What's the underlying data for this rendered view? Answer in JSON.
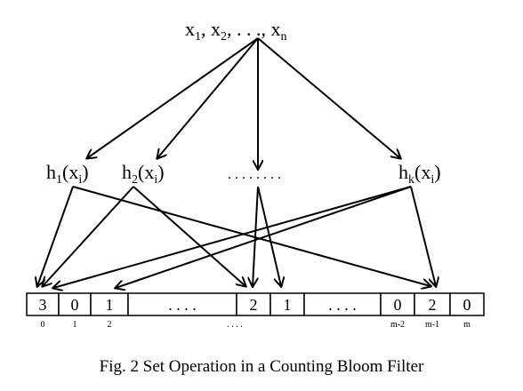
{
  "inputs": {
    "x1_base": "x",
    "x1_sub": "1",
    "sep1": ", ",
    "x2_base": "x",
    "x2_sub": "2",
    "sep2": ", ",
    "dots": ". . .",
    "sep3": ", ",
    "xn_base": "x",
    "xn_sub": "n"
  },
  "hashes": {
    "h1": {
      "base": "h",
      "sub": "1",
      "open": "(x",
      "arg_sub": "i",
      "close": ")"
    },
    "h2": {
      "base": "h",
      "sub": "2",
      "open": "(x",
      "arg_sub": "i",
      "close": ")"
    },
    "middle": ". . . . . . . .",
    "hk": {
      "base": "h",
      "sub": "k",
      "open": "(x",
      "arg_sub": "i",
      "close": ")"
    }
  },
  "cells": [
    "3",
    "0",
    "1",
    ". . . .",
    "2",
    "1",
    ". . . .",
    "0",
    "2",
    "0"
  ],
  "indices": [
    "0",
    "1",
    "2",
    ". . . .",
    "m-2",
    "m-1",
    "m"
  ],
  "caption": "Fig. 2  Set Operation in a Counting Bloom Filter"
}
